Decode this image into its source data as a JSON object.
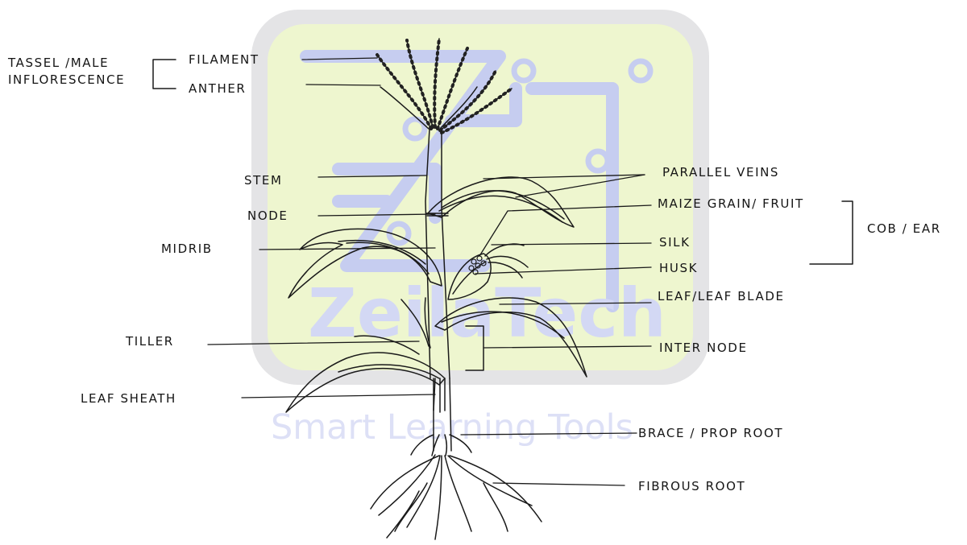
{
  "colors": {
    "ink": "#151515",
    "watermark_frame": "#e3e3e5",
    "watermark_fill": "#eef6cf",
    "watermark_logo": "#c9d0f0",
    "watermark_text": "#d6daf4"
  },
  "watermark": {
    "brand": "ZeilaTech",
    "tagline": "Smart Learning Tools"
  },
  "labels": {
    "tassel": "TASSEL /MALE",
    "inflorescence": "INFLORESCENCE",
    "filament": "FILAMENT",
    "anther": "ANTHER",
    "stem": "STEM",
    "node": "NODE",
    "midrib": "MIDRIB",
    "tiller": "TILLER",
    "leaf_sheath": "LEAF SHEATH",
    "parallel_veins": "PARALLEL VEINS",
    "maize_grain": "MAIZE GRAIN/ FRUIT",
    "silk": "SILK",
    "husk": "HUSK",
    "cob_ear": "COB / EAR",
    "leaf_blade": "LEAF/LEAF BLADE",
    "internode": "INTER NODE",
    "brace_root": "BRACE / PROP ROOT",
    "fibrous_root": "FIBROUS ROOT"
  }
}
